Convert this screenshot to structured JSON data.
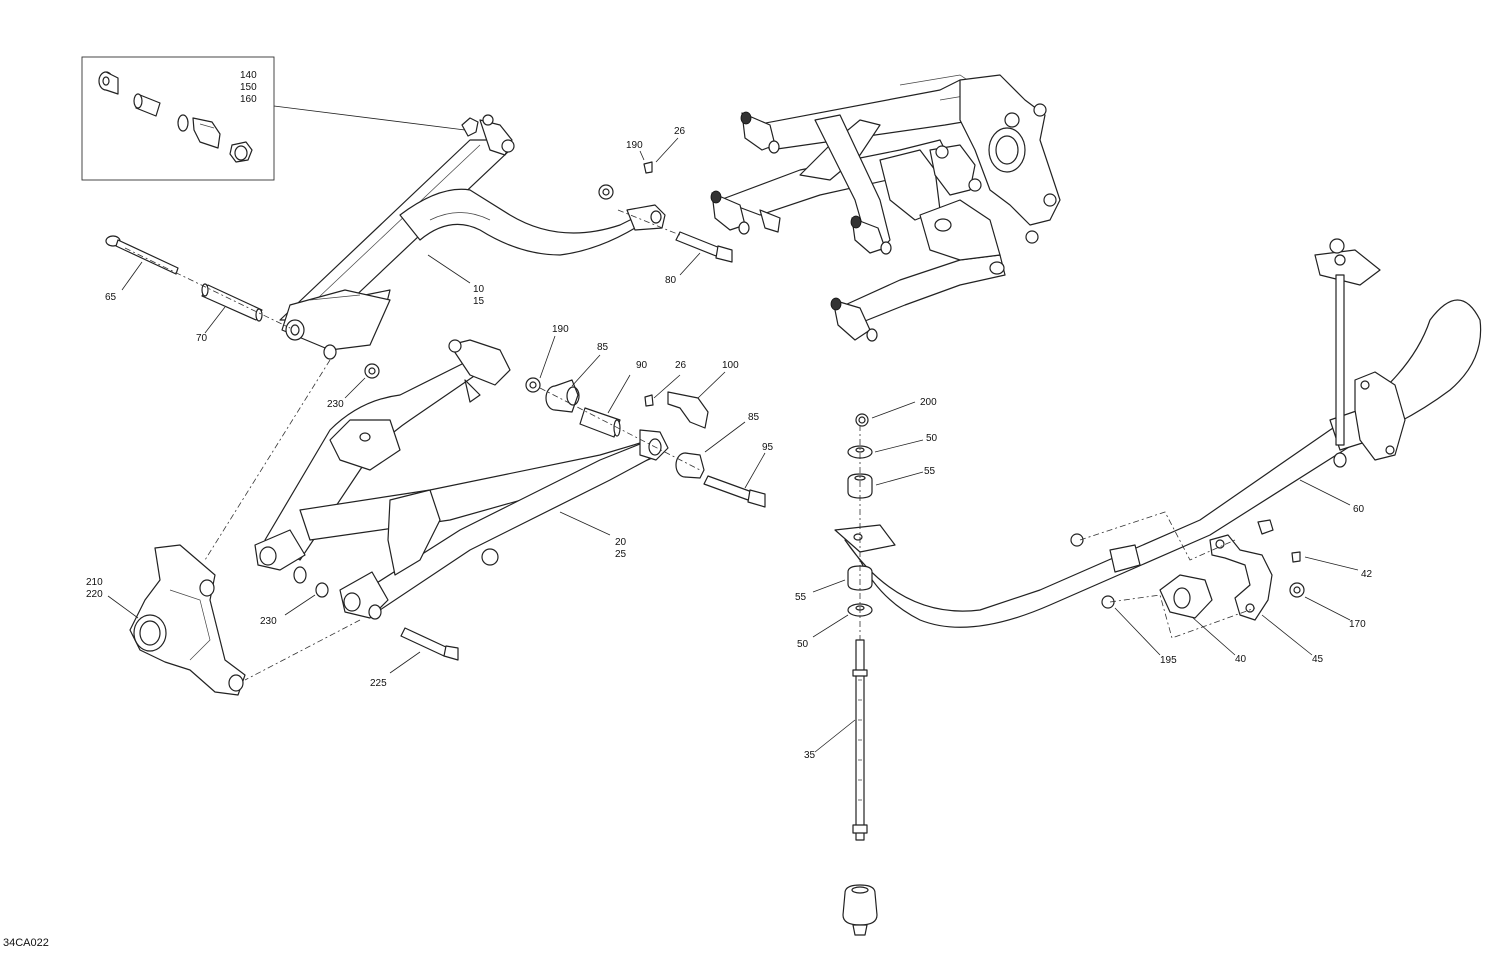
{
  "drawing_code": "34CA022",
  "callouts": [
    {
      "id": "c-140",
      "lines": [
        "140",
        "150",
        "160"
      ]
    },
    {
      "id": "c-190a",
      "lines": [
        "190"
      ]
    },
    {
      "id": "c-26a",
      "lines": [
        "26"
      ]
    },
    {
      "id": "c-65",
      "lines": [
        "65"
      ]
    },
    {
      "id": "c-80",
      "lines": [
        "80"
      ]
    },
    {
      "id": "c-10",
      "lines": [
        "10",
        "15"
      ]
    },
    {
      "id": "c-70",
      "lines": [
        "70"
      ]
    },
    {
      "id": "c-230a",
      "lines": [
        "230"
      ]
    },
    {
      "id": "c-190b",
      "lines": [
        "190"
      ]
    },
    {
      "id": "c-85a",
      "lines": [
        "85"
      ]
    },
    {
      "id": "c-90",
      "lines": [
        "90"
      ]
    },
    {
      "id": "c-26b",
      "lines": [
        "26"
      ]
    },
    {
      "id": "c-100",
      "lines": [
        "100"
      ]
    },
    {
      "id": "c-85b",
      "lines": [
        "85"
      ]
    },
    {
      "id": "c-95",
      "lines": [
        "95"
      ]
    },
    {
      "id": "c-20",
      "lines": [
        "20",
        "25"
      ]
    },
    {
      "id": "c-210",
      "lines": [
        "210",
        "220"
      ]
    },
    {
      "id": "c-230b",
      "lines": [
        "230"
      ]
    },
    {
      "id": "c-225",
      "lines": [
        "225"
      ]
    },
    {
      "id": "c-200",
      "lines": [
        "200"
      ]
    },
    {
      "id": "c-50a",
      "lines": [
        "50"
      ]
    },
    {
      "id": "c-55a",
      "lines": [
        "55"
      ]
    },
    {
      "id": "c-60",
      "lines": [
        "60"
      ]
    },
    {
      "id": "c-42",
      "lines": [
        "42"
      ]
    },
    {
      "id": "c-55b",
      "lines": [
        "55"
      ]
    },
    {
      "id": "c-50b",
      "lines": [
        "50"
      ]
    },
    {
      "id": "c-170",
      "lines": [
        "170"
      ]
    },
    {
      "id": "c-195",
      "lines": [
        "195"
      ]
    },
    {
      "id": "c-40",
      "lines": [
        "40"
      ]
    },
    {
      "id": "c-45",
      "lines": [
        "45"
      ]
    },
    {
      "id": "c-35",
      "lines": [
        "35"
      ]
    }
  ]
}
